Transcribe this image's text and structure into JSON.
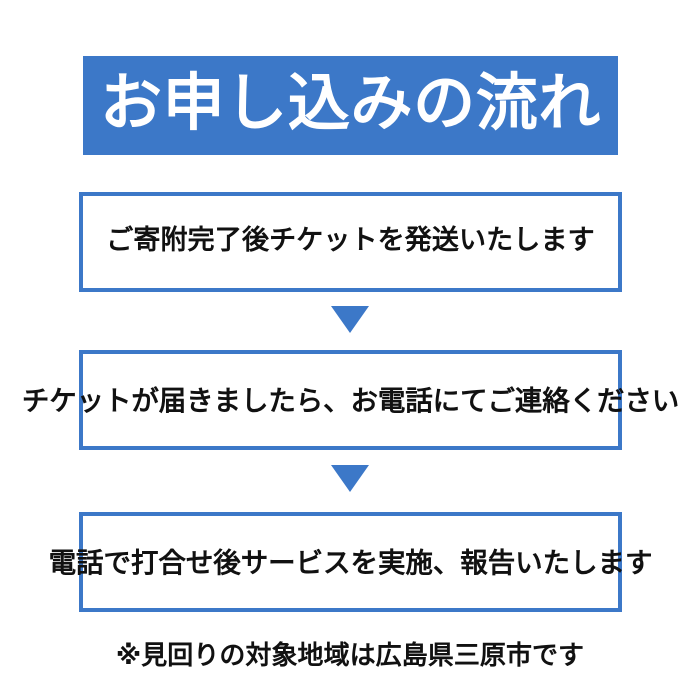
{
  "header": {
    "title": "お申し込みの流れ",
    "background_color": "#3c78c8",
    "text_color": "#ffffff"
  },
  "flow": {
    "accent_color": "#3c78c8",
    "box_background_color": "#ffffff",
    "text_color": "#111111",
    "steps": [
      {
        "index": 1,
        "text": "ご寄附完了後チケットを発送いたします"
      },
      {
        "index": 2,
        "text": "チケットが届きましたら、お電話にてご連絡ください"
      },
      {
        "index": 3,
        "text": "電話で打合せ後サービスを実施、報告いたします"
      }
    ],
    "connectors": [
      {
        "icon": "triangle-down-icon",
        "color": "#3c78c8"
      },
      {
        "icon": "triangle-down-icon",
        "color": "#3c78c8"
      }
    ]
  },
  "footnote": {
    "text": "※見回りの対象地域は広島県三原市です"
  }
}
